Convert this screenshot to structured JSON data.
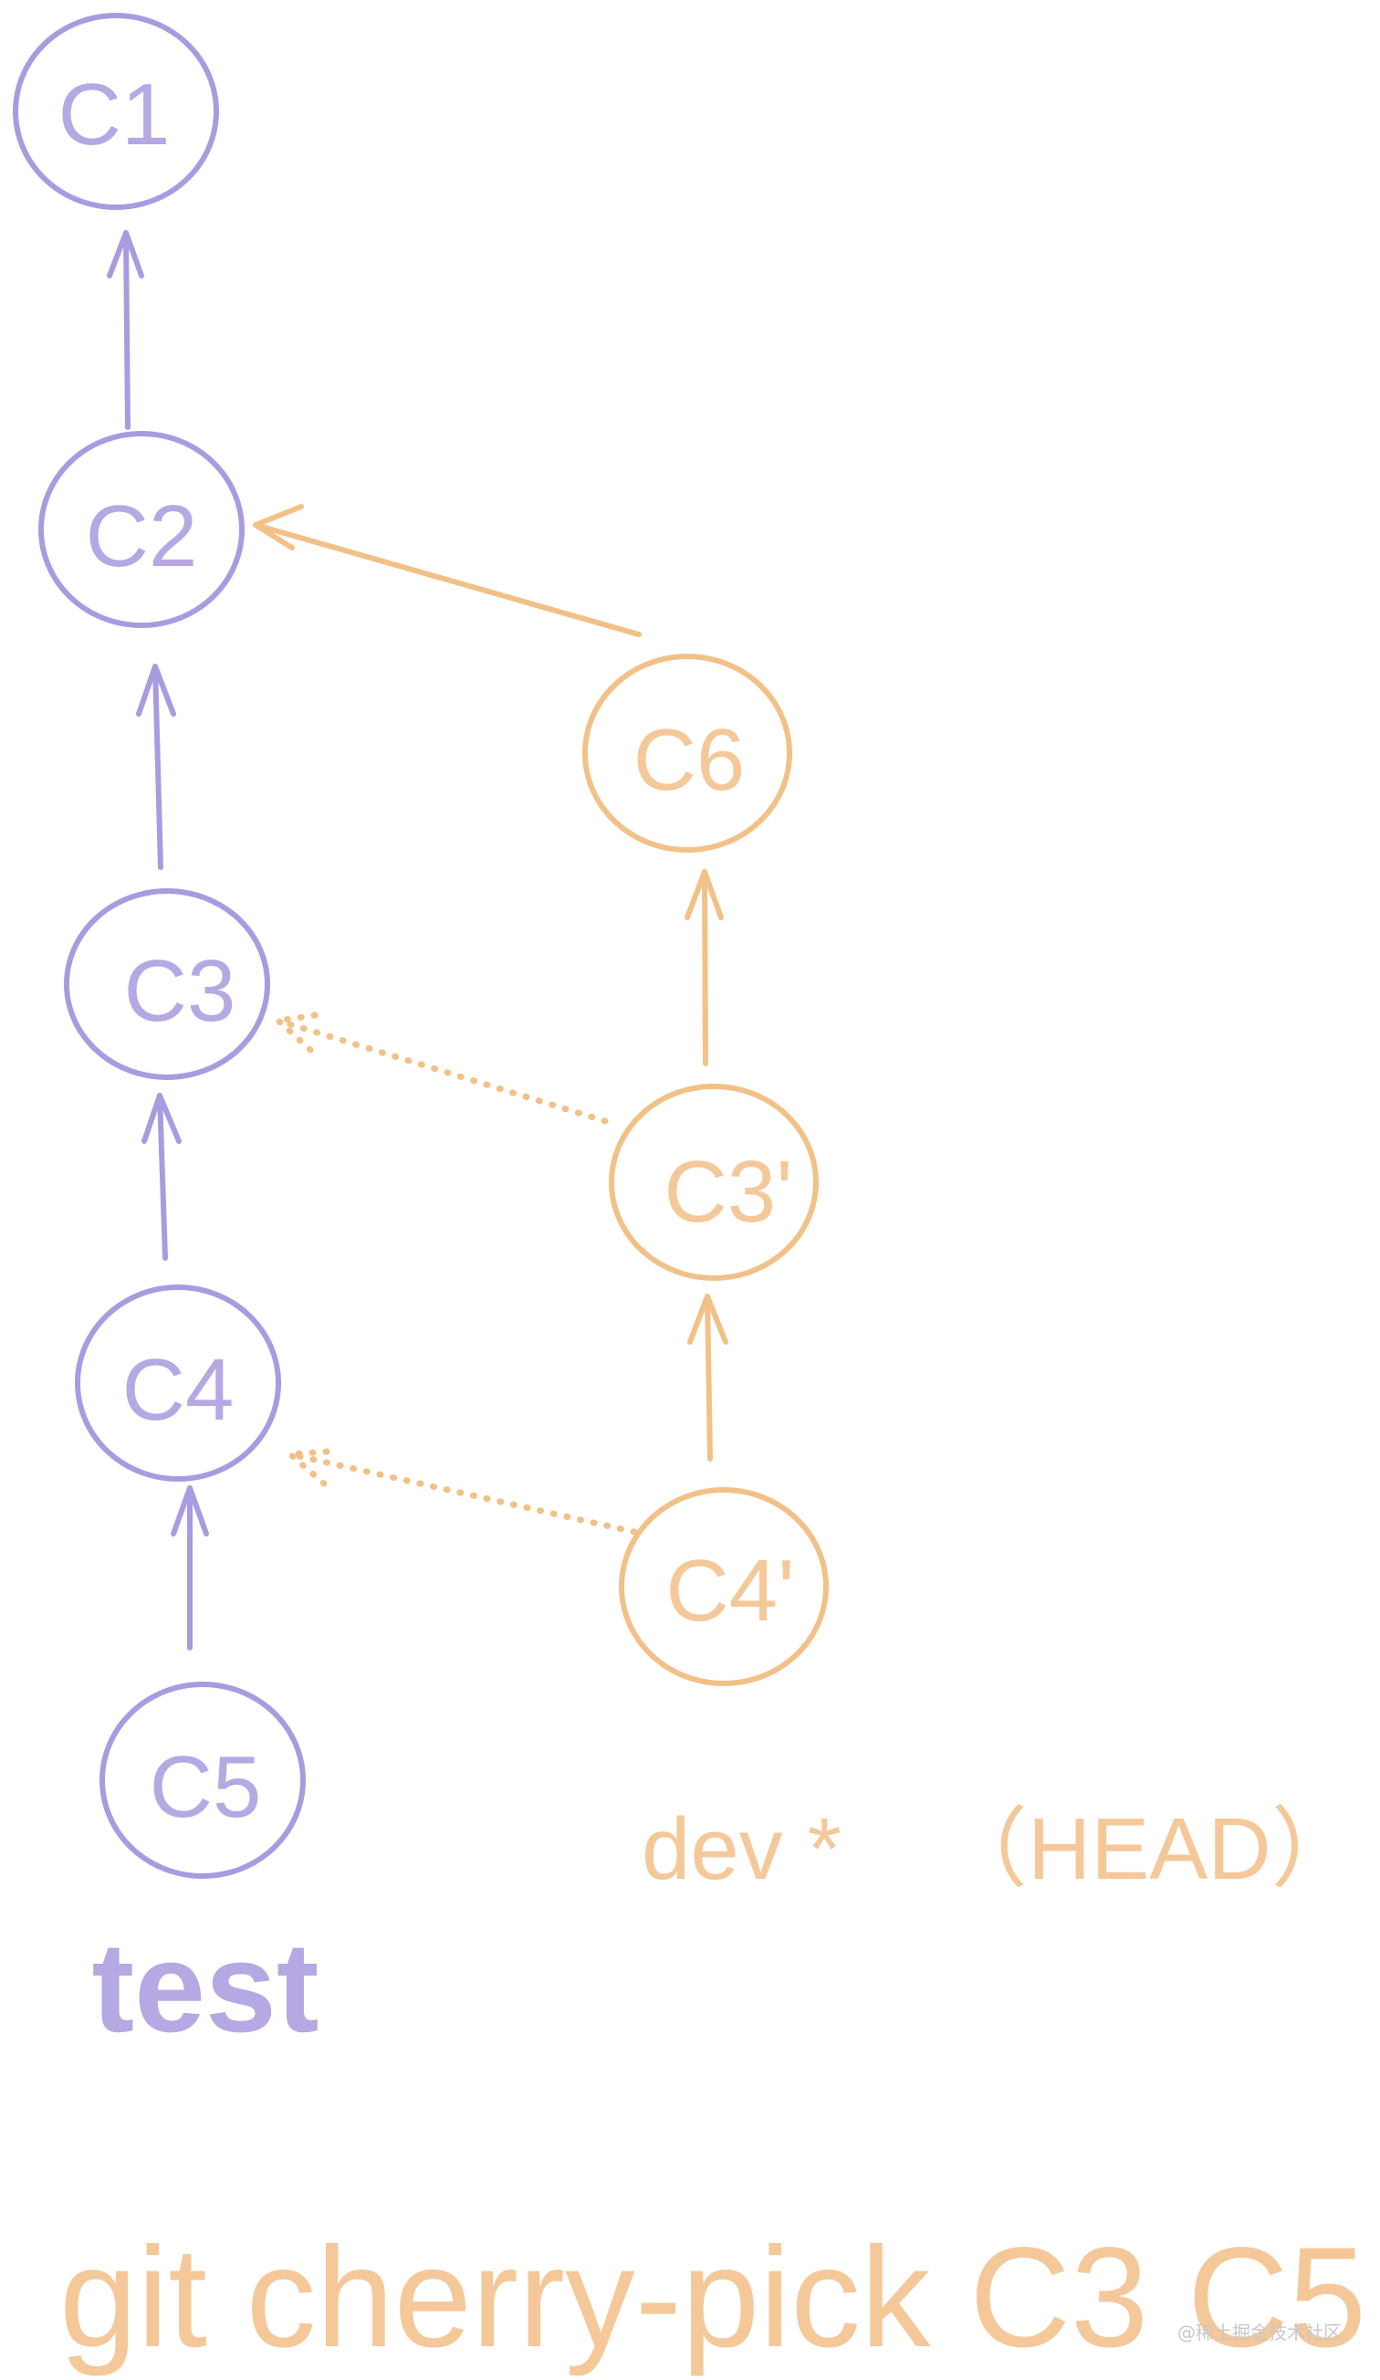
{
  "colors": {
    "purple": "#b5a8e3",
    "purple_stroke": "#a99be0",
    "orange": "#f5c89a",
    "orange_stroke": "#f2c188",
    "watermark": "#c8c8c8"
  },
  "nodes": {
    "c1": "C1",
    "c2": "C2",
    "c3": "C3",
    "c4": "C4",
    "c5": "C5",
    "c6": "C6",
    "c3_prime": "C3'",
    "c4_prime": "C4'"
  },
  "branches": {
    "test": "test",
    "dev": "dev *",
    "head": "（HEAD）"
  },
  "command": "git cherry-pick C3 C5",
  "watermark": "@稀土掘金技术社区"
}
